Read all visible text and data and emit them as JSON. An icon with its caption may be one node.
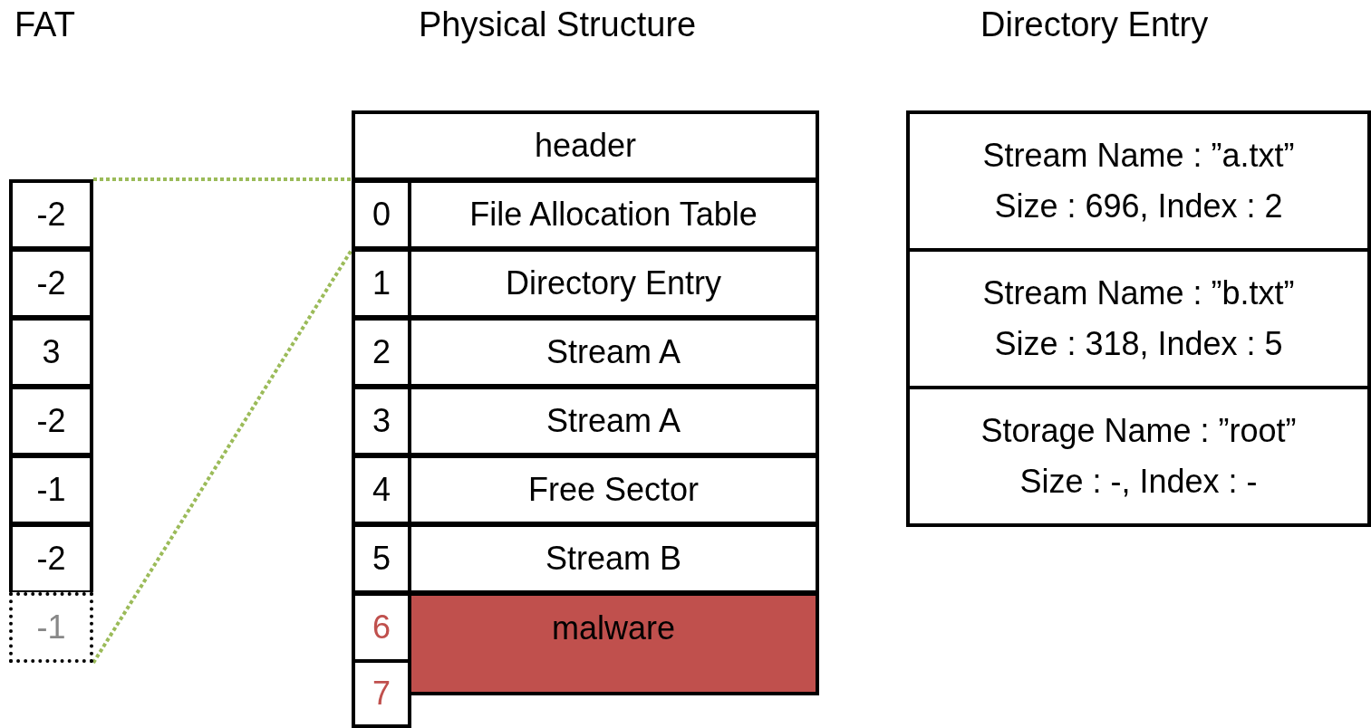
{
  "diagram": {
    "nodes": [
      {
        "text": [
          "-2"
        ]
      },
      {
        "text": [
          "-2"
        ]
      },
      {
        "text": [
          "3"
        ]
      },
      {
        "text": [
          "-2"
        ]
      },
      {
        "text": [
          "-1"
        ]
      },
      {
        "text": [
          "-2"
        ]
      },
      {
        "text": [
          "-1"
        ]
      },
      {
        "text": [
          "header"
        ]
      },
      {
        "text": [
          "0"
        ]
      },
      {
        "text": [
          "File Allocation Table"
        ]
      },
      {
        "text": [
          "1"
        ]
      },
      {
        "text": [
          "Directory Entry"
        ]
      },
      {
        "text": [
          "2"
        ]
      },
      {
        "text": [
          "Stream A"
        ]
      },
      {
        "text": [
          "3"
        ]
      },
      {
        "text": [
          "Stream A"
        ]
      },
      {
        "text": [
          "4"
        ]
      },
      {
        "text": [
          "Free Sector"
        ]
      },
      {
        "text": [
          "5"
        ]
      },
      {
        "text": [
          "Stream B"
        ]
      },
      {
        "text": [
          "6"
        ]
      },
      {
        "text": [
          "malware"
        ]
      },
      {
        "text": [
          "7"
        ]
      },
      {
        "text": [
          "Stream Name : ”a.txt”",
          "Size : 696, Index : 2"
        ]
      },
      {
        "text": [
          "Stream Name : ”b.txt”",
          "Size : 318, Index : 5"
        ]
      },
      {
        "text": [
          "Storage Name : ”root”",
          "Size : -, Index : -"
        ]
      }
    ],
    "edges": [
      {
        "from": 0,
        "to": 8,
        "arrow": "none"
      },
      {
        "from": 6,
        "to": 8,
        "arrow": "none"
      }
    ],
    "labels": [
      "FAT",
      "Physical Structure",
      "Directory Entry"
    ]
  }
}
